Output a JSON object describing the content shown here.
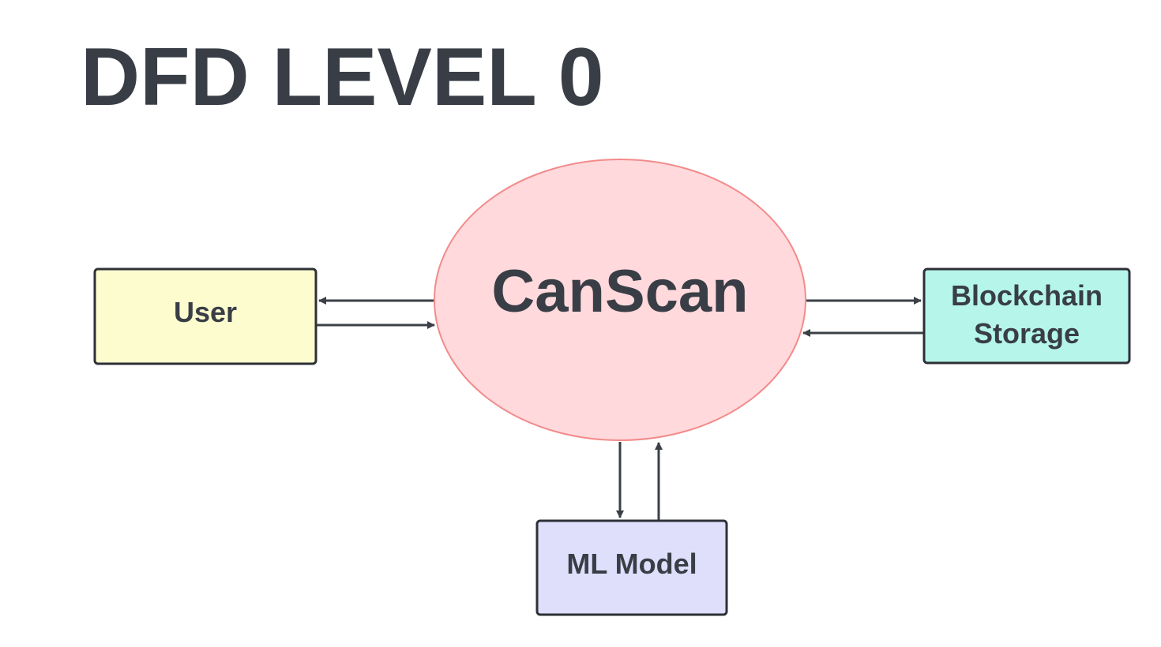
{
  "title": "DFD LEVEL 0",
  "nodes": {
    "process": {
      "label": "CanScan",
      "fill": "#ffd9dc",
      "stroke": "#f28b8b"
    },
    "user": {
      "label": "User",
      "fill": "#fdfccf",
      "stroke": "#2d3036"
    },
    "blockchain": {
      "line1": "Blockchain",
      "line2": "Storage",
      "fill": "#b5f5ea",
      "stroke": "#2d3036"
    },
    "ml_model": {
      "label": "ML Model",
      "fill": "#dfdffc",
      "stroke": "#2d3036"
    }
  },
  "colors": {
    "arrow": "#3b3f46",
    "text": "#393e46"
  }
}
